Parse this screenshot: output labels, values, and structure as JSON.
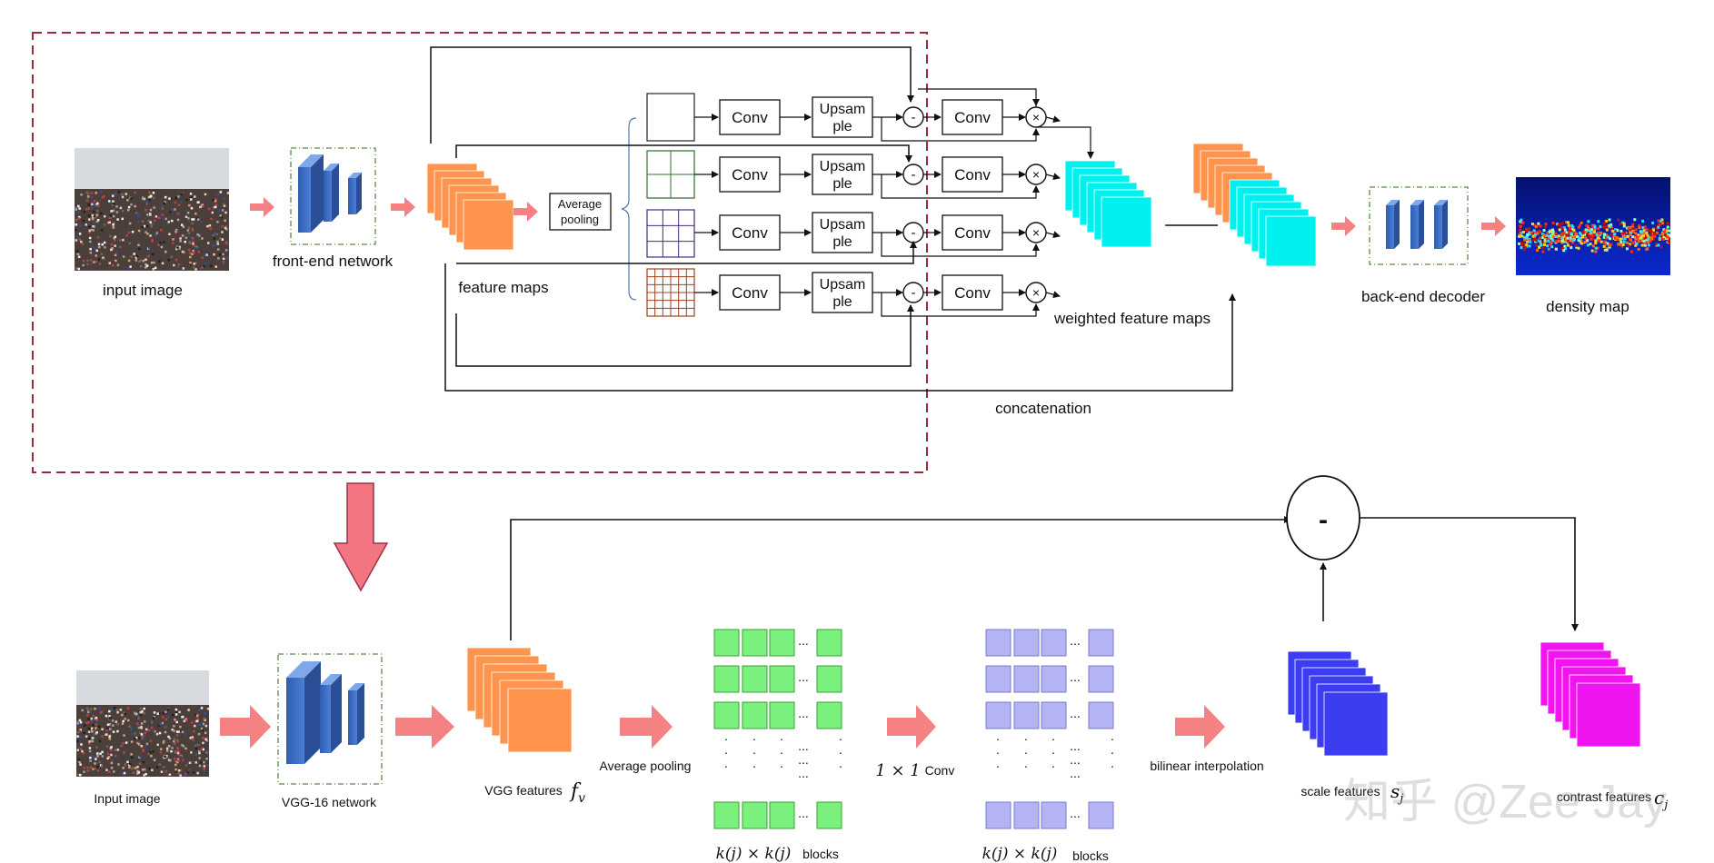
{
  "top": {
    "input_label": "input image",
    "frontend_label": "front-end network",
    "feature_maps_label": "feature maps",
    "avg_pool_line1": "Average",
    "avg_pool_line2": "pooling",
    "conv_label": "Conv",
    "upsample_line1": "Upsam",
    "upsample_line2": "ple",
    "minus_symbol": "-",
    "times_symbol": "×",
    "weighted_label": "weighted feature maps",
    "concat_label": "concatenation",
    "backend_label": "back-end decoder",
    "density_label": "density map"
  },
  "bottom": {
    "input_label": "Input image",
    "vgg_label": "VGG-16 network",
    "vgg_features_label": "VGG features",
    "fv_symbol": "f",
    "fv_sub": "v",
    "avg_pool_label": "Average pooling",
    "conv_label": "Conv",
    "conv_size": "1 × 1",
    "bilinear_label": "bilinear interpolation",
    "blocks_label": "blocks",
    "blocks_math": "k(j) × k(j)",
    "ellipsis": "...",
    "vdots": "·",
    "minus_symbol": "-",
    "scale_label": "scale features",
    "scale_symbol": "s",
    "scale_sub": "j",
    "contrast_label": "contrast features",
    "contrast_symbol": "c",
    "contrast_sub": "j"
  },
  "watermark": "知乎 @Zee Jay",
  "colors": {
    "orange": "#FF944D",
    "cyan": "#00F0F0",
    "blue_block": "#3F6FC4",
    "green_block": "#7CF07C",
    "lavender_block": "#B4B4F4",
    "scale_blue": "#3C3CF0",
    "magenta": "#F014F0",
    "pink_arrow": "#F48282",
    "dashed_frame": "#9E2A3A"
  }
}
